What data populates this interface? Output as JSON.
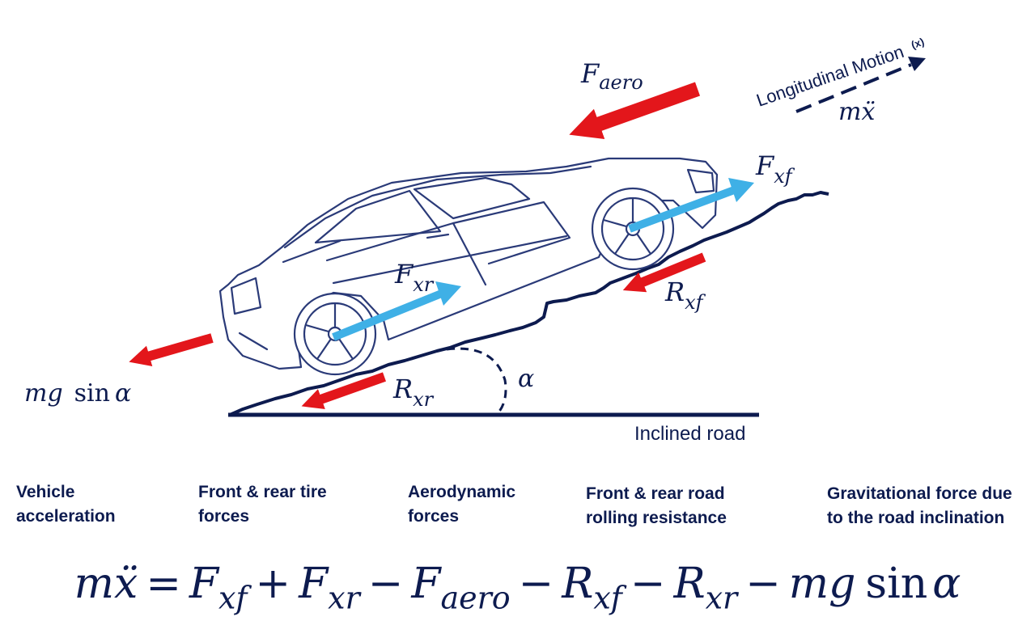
{
  "diagram": {
    "aero_force": "F",
    "aero_sub": "aero",
    "motion_label": "Longitudinal Motion",
    "motion_axis": "(x)",
    "accel_term": "mẍ",
    "front_force": "F",
    "front_force_sub": "xf",
    "rear_force": "F",
    "rear_force_sub": "xr",
    "front_resist": "R",
    "front_resist_sub": "xf",
    "rear_resist": "R",
    "rear_resist_sub": "xr",
    "gravity": "mg",
    "gravity_fn": "sin",
    "angle": "α",
    "road_label": "Inclined road"
  },
  "labels": {
    "vehicle_accel": "Vehicle\nacceleration",
    "tire_forces": "Front & rear tire\nforces",
    "aero_forces": "Aerodynamic\nforces",
    "rolling": "Front & rear road\nrolling resistance",
    "gravitational": "Gravitational force due\nto the road inclination"
  },
  "equation": {
    "lhs": "mẍ",
    "eq": "=",
    "t1": "F",
    "t1_sub": "xf",
    "plus": "+",
    "t2": "F",
    "t2_sub": "xr",
    "minus": "−",
    "t3": "F",
    "t3_sub": "aero",
    "t4": "R",
    "t4_sub": "xf",
    "t5": "R",
    "t5_sub": "xr",
    "t6": "mg",
    "t6_fn": "sin",
    "t6_arg": "α"
  },
  "colors": {
    "ink": "#0d1b4f",
    "red_arrow": "#e3161b",
    "blue_arrow": "#3fb0e6",
    "car_line": "#2a3a78"
  }
}
